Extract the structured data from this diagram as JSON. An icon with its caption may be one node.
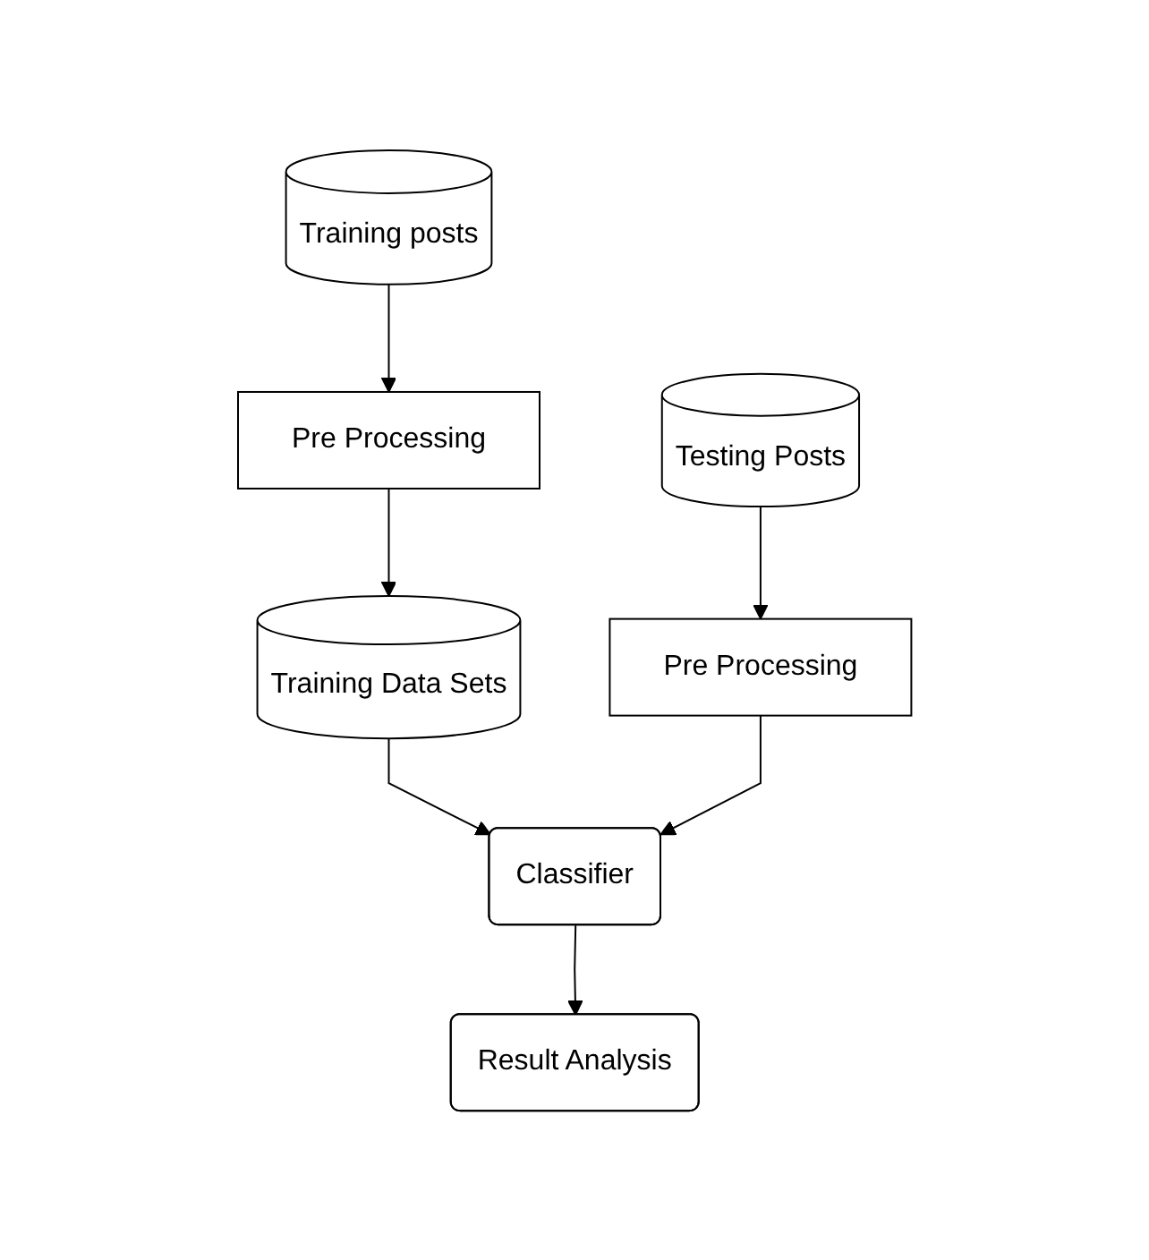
{
  "diagram": {
    "nodes": [
      {
        "text": [
          "Training posts"
        ]
      },
      {
        "text": [
          "Testing Posts"
        ]
      },
      {
        "text": [
          "Pre Processing"
        ]
      },
      {
        "text": [
          "Pre Processing"
        ]
      },
      {
        "text": [
          "Training Data Sets"
        ]
      },
      {
        "text": [
          "Classifier"
        ]
      },
      {
        "text": [
          "Result Analysis"
        ]
      }
    ],
    "edges": [
      {
        "from": 0,
        "to": 2,
        "arrow": "to"
      },
      {
        "from": 1,
        "to": 3,
        "arrow": "to"
      },
      {
        "from": 2,
        "to": 4,
        "arrow": "to"
      },
      {
        "from": 4,
        "to": 5,
        "arrow": "to"
      },
      {
        "from": 3,
        "to": 5,
        "arrow": "to"
      },
      {
        "from": 5,
        "to": 6,
        "arrow": "to"
      }
    ]
  }
}
